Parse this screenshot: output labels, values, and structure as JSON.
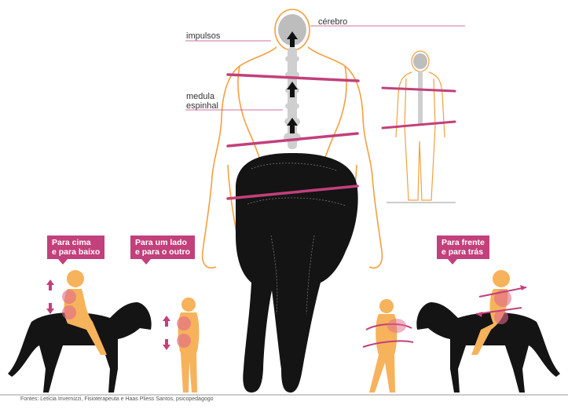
{
  "labels": {
    "brain": "cérebro",
    "impulses": "impulsos",
    "spinal_cord": [
      "medula",
      "espinhal"
    ]
  },
  "movement_tags": {
    "up_down": [
      "Para cima",
      "e para baixo"
    ],
    "side_to_side": [
      "Para um lado",
      "e para o outro"
    ],
    "front_back": [
      "Para frente",
      "e para trás"
    ]
  },
  "source": "Fontes: Letícia Invernizzi, Fisioterapeuta e Haas Pliess Santos, psicopedagogo",
  "colors": {
    "accent": "#c2407b",
    "body_outline": "#f4a040",
    "body_fill": "#f7b25c",
    "horse": "#1a1a1a",
    "spine": "#bdbdbd"
  }
}
